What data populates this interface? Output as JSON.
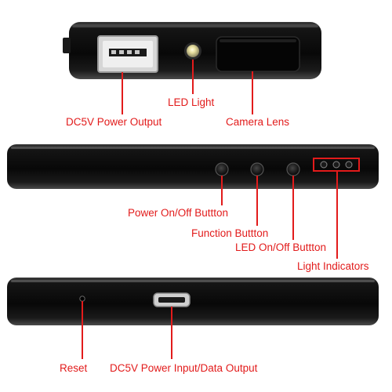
{
  "colors": {
    "label": "#e21b1b",
    "device_body": "#0e0e0e",
    "device_highlight": "#5a5a5a",
    "background": "#ffffff"
  },
  "views": [
    {
      "name": "top-edge-view",
      "parts": [
        "usb-port",
        "led-light",
        "camera-lens"
      ]
    },
    {
      "name": "side-edge-view",
      "parts": [
        "power-button",
        "function-button",
        "led-button",
        "light-indicators"
      ]
    },
    {
      "name": "bottom-edge-view",
      "parts": [
        "reset-hole",
        "micro-usb-port"
      ]
    }
  ],
  "labels": {
    "led_light": "LED Light",
    "dc5v_output": "DC5V Power Output",
    "camera_lens": "Camera Lens",
    "power_button": "Power On/Off Buttton",
    "function_button": "Function Buttton",
    "led_button": "LED On/Off Buttton",
    "light_indicators": "Light Indicators",
    "reset": "Reset",
    "dc5v_input": "DC5V Power Input/Data Output"
  }
}
